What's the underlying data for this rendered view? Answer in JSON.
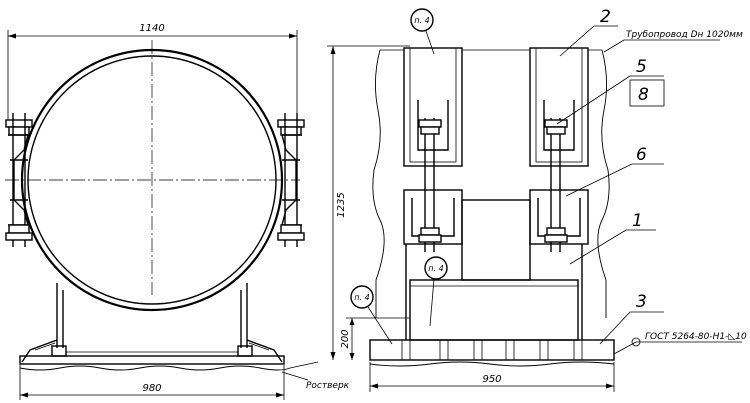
{
  "dimensions": {
    "left_width": "1140",
    "left_base_width": "980",
    "height_total": "1235",
    "base_height": "200",
    "right_width": "950"
  },
  "callouts": {
    "item_2": "2",
    "item_5": "5",
    "item_8": "8",
    "item_6": "6",
    "item_1": "1",
    "item_3": "3"
  },
  "annotations": {
    "pipeline": "Трубопровод Dн 1020мм",
    "foundation": "Ростверк",
    "weld_standard": "ГОСТ 5264-80-Н1-◺10"
  },
  "weld_bubbles": {
    "top": "п. 4",
    "middle": "п. 4",
    "left": "п. 4"
  }
}
